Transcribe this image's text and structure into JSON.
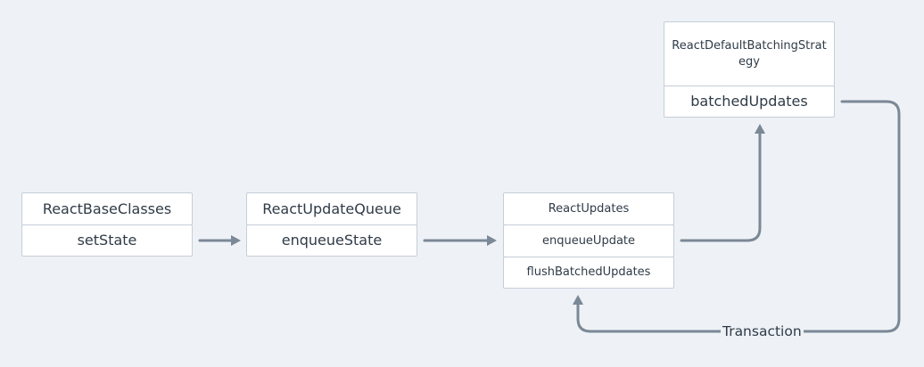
{
  "diagram": {
    "nodes": {
      "react_base_classes": "ReactBaseClasses",
      "set_state": "setState",
      "react_update_queue": "ReactUpdateQueue",
      "enqueue_state": "enqueueState",
      "react_updates": "ReactUpdates",
      "enqueue_update": "enqueueUpdate",
      "flush_batched_updates": "flushBatchedUpdates",
      "react_default_batching_strategy": "ReactDefaultBatchingStrategy",
      "batched_updates": "batchedUpdates"
    },
    "edge_labels": {
      "transaction": "Transaction"
    },
    "colors": {
      "background": "#eef2f6",
      "node_fill": "#ffffff",
      "node_border": "#c5ced8",
      "edge": "#7b8896",
      "text": "#2f3b47"
    }
  }
}
